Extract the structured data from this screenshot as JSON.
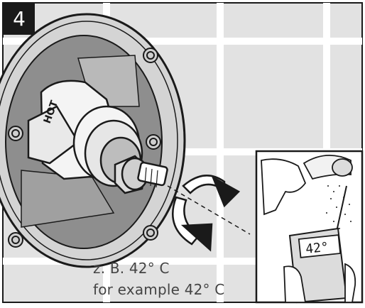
{
  "step": {
    "number": "4"
  },
  "thermometer": {
    "reading": "42°"
  },
  "captions": {
    "line1": "z. B. 42° C",
    "line2": "for example 42° C"
  },
  "labels": {
    "hot_marking": "HOT"
  },
  "colors": {
    "outline": "#1a1a1a",
    "wall": "#e2e2e2",
    "grout": "#ffffff",
    "recess": "#9a9a9a",
    "flange": "#d0d0d0"
  }
}
